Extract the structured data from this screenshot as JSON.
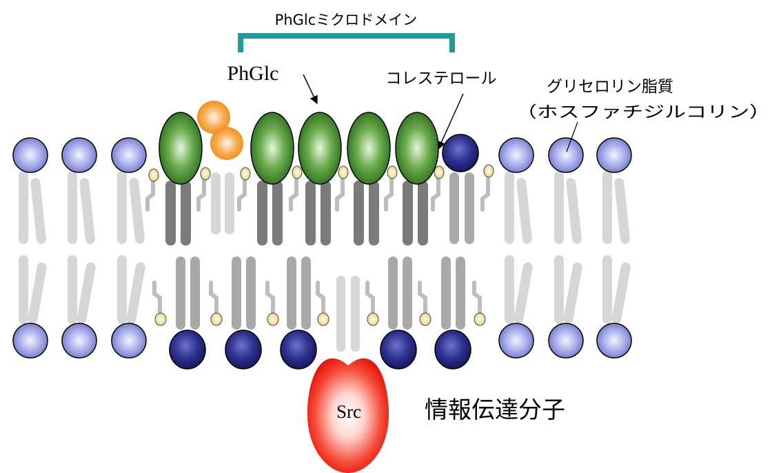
{
  "labels": {
    "microdomain": "PhGlcミクロドメイン",
    "phglc": "PhGlc",
    "cholesterol": "コレステロール",
    "glycerolipid_line1": "グリセロリン脂質",
    "glycerolipid_line2": "（ホスファチジルコリン）",
    "src": "Src",
    "signal_molecule": "情報伝達分子"
  },
  "colors": {
    "bracket": "#1f9c9a",
    "lipid_head": "#9aa0e0",
    "cholesterol_head": "#2b2f8a",
    "phglc_head": "#3f8f2f",
    "sugar": "#f59b1f",
    "src": "#f02a1a",
    "tail_light": "#d8d8d8",
    "tail_dark": "#7a7a7a",
    "small_head": "#f3e6a0"
  }
}
